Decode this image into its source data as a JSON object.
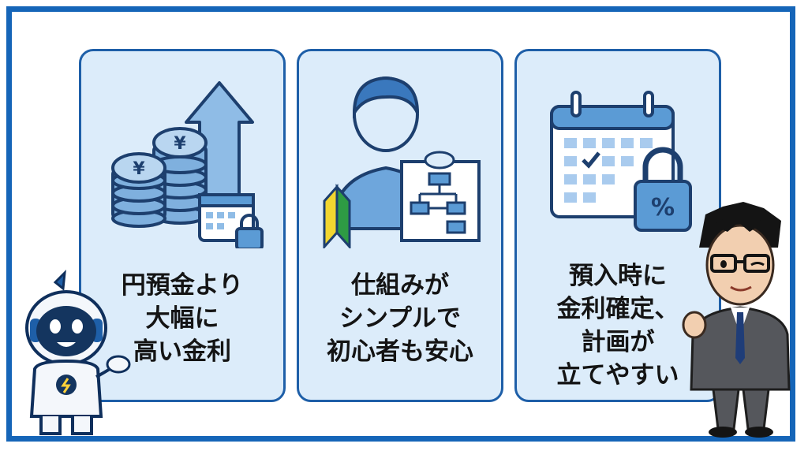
{
  "cards": [
    {
      "lines": [
        "円預金より",
        "大幅に",
        "高い金利"
      ],
      "icon": "coins-yen-arrow-calendar-lock-icon"
    },
    {
      "lines": [
        "仕組みが",
        "シンプルで",
        "初心者も安心"
      ],
      "icon": "beginner-person-flowchart-icon"
    },
    {
      "lines": [
        "預入時に",
        "金利確定、",
        "計画が",
        "立てやすい"
      ],
      "icon": "calendar-percent-lock-icon"
    }
  ],
  "colors": {
    "frame": "#1565b8",
    "card_bg": "#dcecfa",
    "card_border": "#1e5fa8",
    "icon_blue": "#5b9bd5",
    "icon_dark": "#1d3f6e"
  },
  "coin_symbol": "¥",
  "lock_symbol": "%"
}
